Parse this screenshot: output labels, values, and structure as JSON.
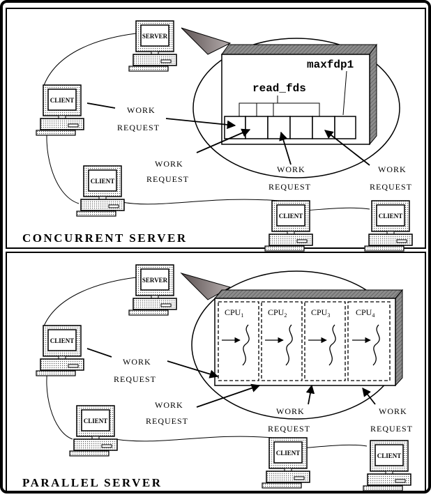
{
  "panels": [
    {
      "caption": "CONCURRENT SERVER",
      "server_label": "SERVER",
      "client_label": "CLIENT",
      "read_fds_label": "read_fds",
      "maxfdp1_label": "maxfdp1",
      "work_line1": "WORK",
      "work_line2": "REQUEST"
    },
    {
      "caption": "PARALLEL SERVER",
      "server_label": "SERVER",
      "client_label": "CLIENT",
      "cpu_prefix": "CPU",
      "cpu_subscripts": [
        "1",
        "2",
        "3",
        "4"
      ],
      "work_line1": "WORK",
      "work_line2": "REQUEST"
    }
  ],
  "colors": {
    "frame": "#000000",
    "server_funnel": "#8a7f7f",
    "box_side": "#9a9a9a",
    "computer_base": "#d9d9d9"
  }
}
